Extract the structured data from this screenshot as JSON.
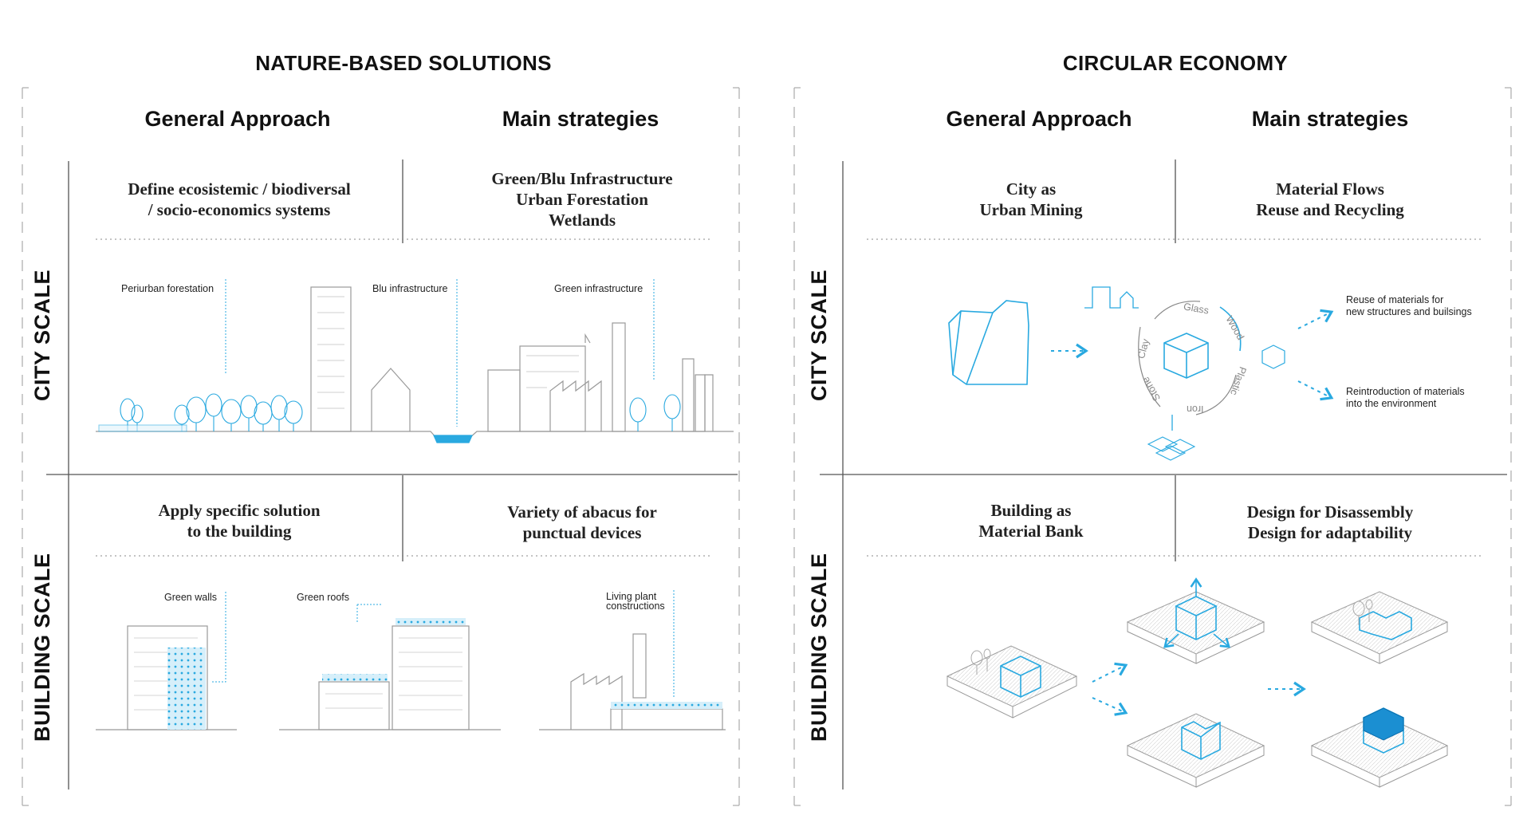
{
  "nbs": {
    "title": "NATURE-BASED SOLUTIONS",
    "general_approach": "General Approach",
    "main_strategies": "Main strategies",
    "city": {
      "approach": [
        "Define ecosistemic / biodiversal",
        "/ socio-economics systems"
      ],
      "strategies": [
        "Green/Blu Infrastructure",
        "Urban Forestation",
        "Wetlands"
      ],
      "labels": {
        "periurban": "Periurban forestation",
        "blu": "Blu infrastructure",
        "green": "Green infrastructure"
      }
    },
    "building": {
      "approach": [
        "Apply specific solution",
        "to the building"
      ],
      "strategies": [
        "Variety of abacus for",
        "punctual devices"
      ],
      "labels": {
        "walls": "Green walls",
        "roofs": "Green roofs",
        "living": [
          "Living plant",
          "constructions"
        ]
      }
    }
  },
  "ce": {
    "title": "CIRCULAR ECONOMY",
    "general_approach": "General Approach",
    "main_strategies": "Main strategies",
    "city": {
      "approach": [
        "City as",
        "Urban Mining"
      ],
      "strategies": [
        "Material Flows",
        "Reuse and Recycling"
      ],
      "materials": [
        "Glass",
        "Wood",
        "Plastic",
        "Iron",
        "Stone",
        "Clay"
      ],
      "outcomes": {
        "reuse": [
          "Reuse of materials for",
          "new structures and builsings"
        ],
        "reintro": [
          "Reintroduction of materials",
          "into the environment"
        ]
      }
    },
    "building": {
      "approach": [
        "Building as",
        "Material Bank"
      ],
      "strategies": [
        "Design for Disassembly",
        "Design for adaptability"
      ]
    }
  },
  "scales": {
    "city": "CITY SCALE",
    "building": "BUILDING SCALE"
  },
  "colors": {
    "accent": "#29a9e0",
    "line": "#9a9a9a",
    "grid": "#555555"
  }
}
